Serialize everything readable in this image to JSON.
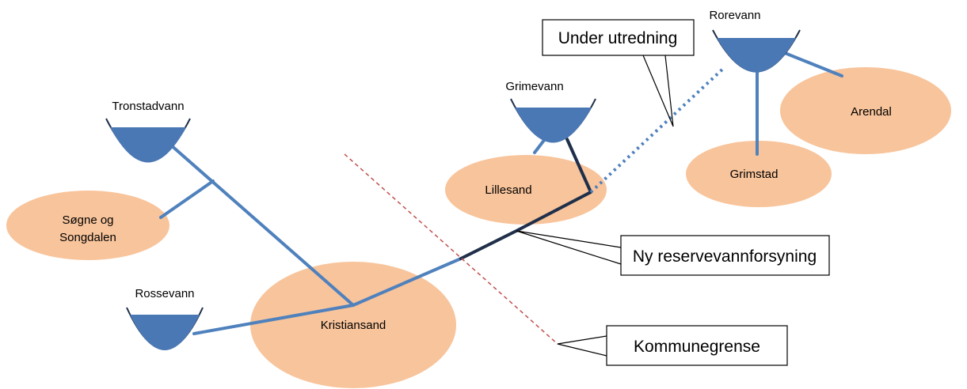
{
  "areas": {
    "kristiansand": "Kristiansand",
    "sogne_line1": "Søgne og",
    "sogne_line2": "Songdalen",
    "lillesand": "Lillesand",
    "grimstad": "Grimstad",
    "arendal": "Arendal"
  },
  "reservoirs": {
    "tronstadvann": "Tronstadvann",
    "rossevann": "Rossevann",
    "grimevann": "Grimevann",
    "rorevann": "Rorevann"
  },
  "callouts": {
    "under_utredning": "Under utredning",
    "ny_reservevannforsyning": "Ny reservevannforsyning",
    "kommunegrense": "Kommunegrense"
  },
  "colors": {
    "area_fill": "#f8c49b",
    "reservoir_fill": "#4a78b4",
    "pipe": "#4f81bd",
    "new_pipe": "#1f2f4a",
    "boundary": "#c0504d"
  }
}
